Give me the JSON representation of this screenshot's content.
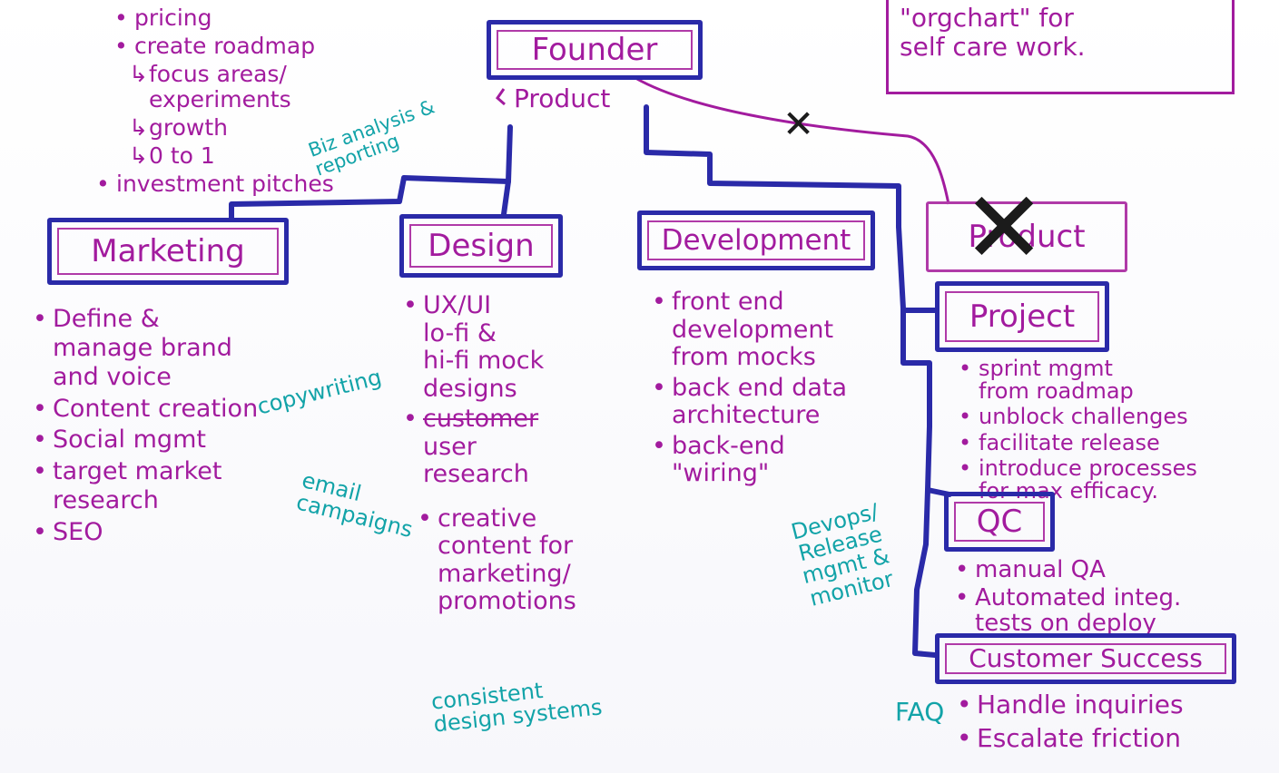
{
  "note": {
    "line1": "\"orgchart\" for",
    "line2": "self care work."
  },
  "boxes": {
    "founder": "Founder",
    "marketing": "Marketing",
    "design": "Design",
    "development": "Development",
    "product_crossed": "Product",
    "project": "Project",
    "qc": "QC",
    "customer_success": "Customer Success"
  },
  "founder_sub": "Product",
  "founder_tasks": [
    {
      "kind": "bullet",
      "text": "pricing"
    },
    {
      "kind": "bullet",
      "text": "create roadmap"
    },
    {
      "kind": "sub",
      "text": "focus areas/\nexperiments"
    },
    {
      "kind": "sub",
      "text": "growth"
    },
    {
      "kind": "sub",
      "text": "0 to 1"
    },
    {
      "kind": "bullet",
      "text": "investment pitches"
    }
  ],
  "teal": {
    "biz_analysis": "Biz analysis &\nreporting",
    "copywriting": "copywriting",
    "email": "email\ncampaigns",
    "consistent": "consistent\ndesign systems",
    "devops": "Devops/\nRelease\nmgmt &\nmonitor",
    "faq": "FAQ"
  },
  "marketing_tasks": [
    "Define &\nmanage brand\nand voice",
    "Content creation",
    "Social mgmt",
    "target market\nresearch",
    "SEO"
  ],
  "design_tasks": {
    "item1": "UX/UI\nlo-fi &\nhi-fi mock\ndesigns",
    "item2_struck": "customer",
    "item2_rest": "user\nresearch",
    "item3": "creative\ncontent for\nmarketing/\npromotions"
  },
  "development_tasks": [
    "front end\ndevelopment\nfrom mocks",
    "back end data\narchitecture",
    "back-end\n\"wiring\""
  ],
  "project_tasks": [
    "sprint mgmt\nfrom roadmap",
    "unblock challenges",
    "facilitate release",
    "introduce processes\nfor max efficacy."
  ],
  "qc_tasks": [
    "manual QA",
    "Automated integ.\ntests on deploy"
  ],
  "cs_tasks": [
    "Handle inquiries",
    "Escalate friction"
  ],
  "colors": {
    "purple": "#a21b9e",
    "blue": "#2a2aa8",
    "teal": "#12a3a8",
    "black": "#1b1b1b"
  }
}
